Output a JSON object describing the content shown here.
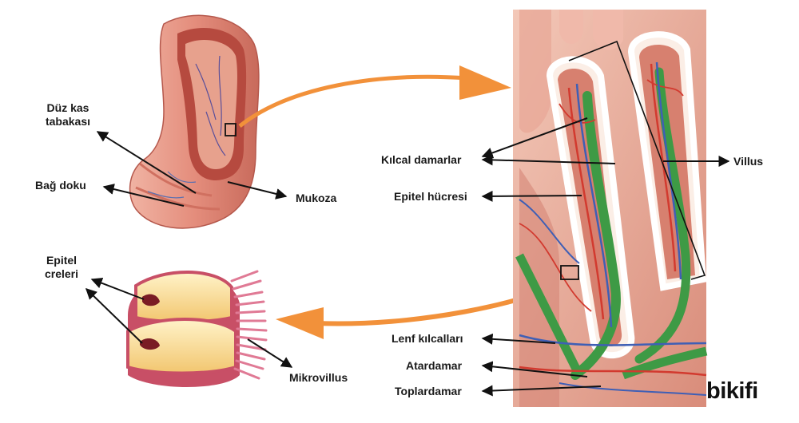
{
  "labels": {
    "duz_kas": "Düz kas tabakası",
    "bag_doku": "Bağ doku",
    "mukoza": "Mukoza",
    "epitel_hucreleri": "Epitel creleri",
    "mikrovillus": "Mikrovillus",
    "kilcal_damarlar": "Kılcal damarlar",
    "epitel_hucresi": "Epitel hücresi",
    "villus": "Villus",
    "lenf_kilcallari": "Lenf kılcalları",
    "atardamar": "Atardamar",
    "toplardamar": "Toplardamar"
  },
  "brand": {
    "logo_text": "bikifi"
  },
  "colors": {
    "arrow_orange": "#f2913a",
    "tissue_pink": "#e9a89a",
    "mucosa_red": "#c9504a",
    "lymph_green": "#3e9a45",
    "artery_red": "#d23a2f",
    "vein_blue": "#3f5fb5"
  }
}
